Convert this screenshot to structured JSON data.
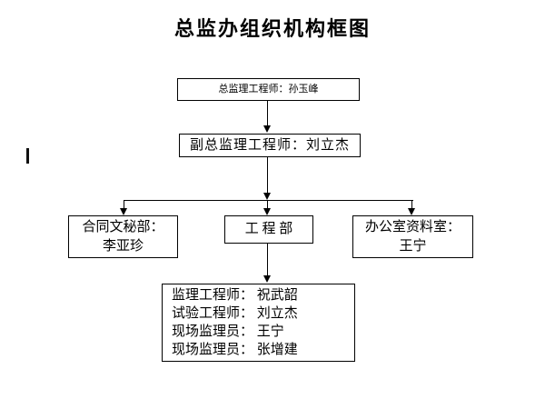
{
  "title": "总监办组织机构框图",
  "colors": {
    "background": "#ffffff",
    "text": "#000000",
    "box_border": "#000000",
    "connector_line": "#000000"
  },
  "org_chart": {
    "chief": {
      "label": "总监理工程师：孙玉峰"
    },
    "deputy": {
      "label": "副总监理工程师：刘立杰"
    },
    "departments": {
      "contract": {
        "line1": "合同文秘部：",
        "line2": "李亚珍"
      },
      "engineering": {
        "label": "工  程  部"
      },
      "office": {
        "line1": "办公室资料室：",
        "line2": "王宁"
      }
    },
    "staff": {
      "lines": [
        "监理工程师： 祝武韶",
        "试验工程师： 刘立杰",
        "现场监理员： 王宁",
        "现场监理员： 张增建"
      ]
    }
  }
}
